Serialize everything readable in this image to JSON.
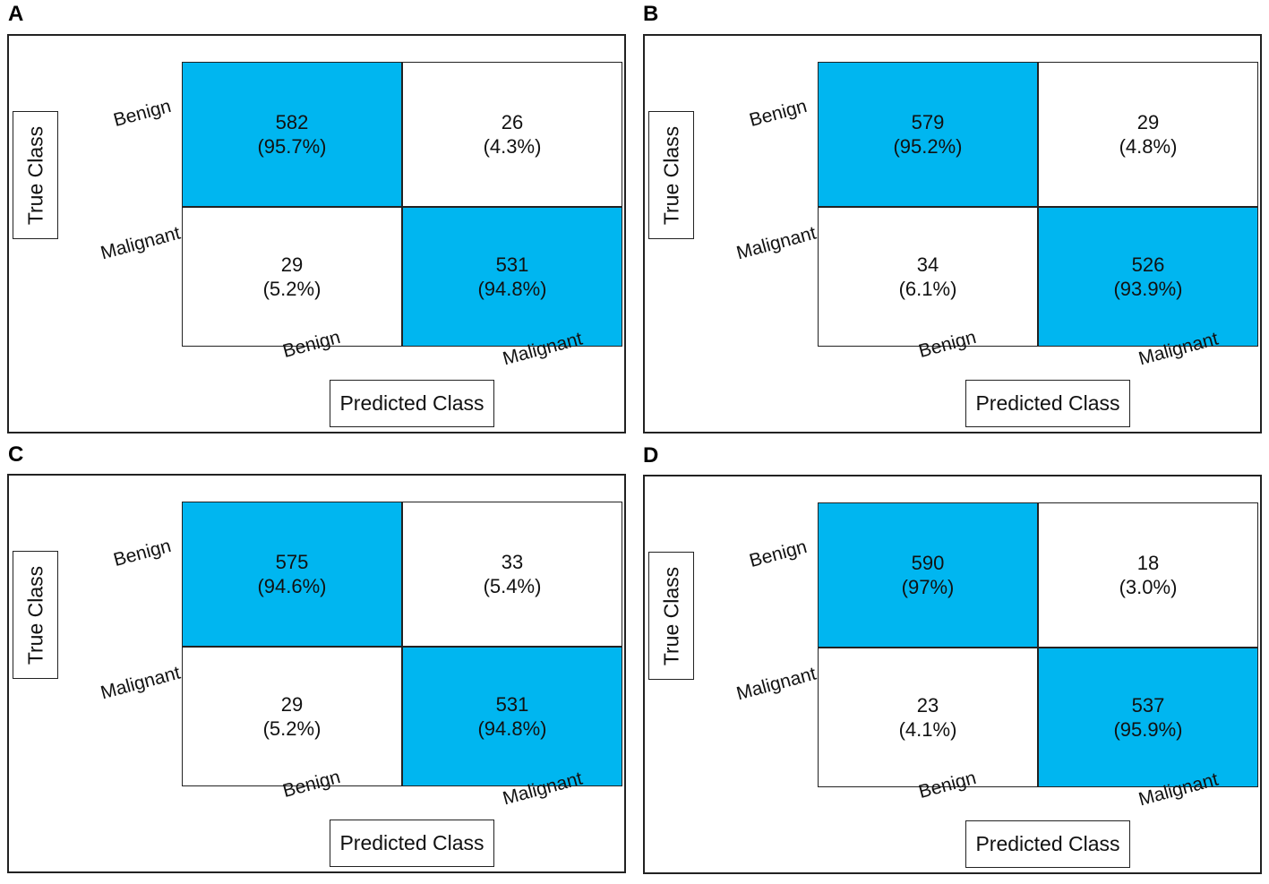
{
  "colors": {
    "correct": "#00b6f0",
    "incorrect": "#ffffff",
    "border": "#222222"
  },
  "chart_data": [
    {
      "type": "heatmap",
      "panel": "A",
      "ylabel": "True Class",
      "xlabel": "Predicted Class",
      "rows": [
        "Benign",
        "Malignant"
      ],
      "columns": [
        "Benign",
        "Malignant"
      ],
      "values": [
        [
          582,
          26
        ],
        [
          29,
          531
        ]
      ],
      "percent_labels": [
        [
          "(95.7%)",
          "(4.3%)"
        ],
        [
          "(5.2%)",
          "(94.8%)"
        ]
      ]
    },
    {
      "type": "heatmap",
      "panel": "B",
      "ylabel": "True Class",
      "xlabel": "Predicted Class",
      "rows": [
        "Benign",
        "Malignant"
      ],
      "columns": [
        "Benign",
        "Malignant"
      ],
      "values": [
        [
          579,
          29
        ],
        [
          34,
          526
        ]
      ],
      "percent_labels": [
        [
          "(95.2%)",
          "(4.8%)"
        ],
        [
          "(6.1%)",
          "(93.9%)"
        ]
      ]
    },
    {
      "type": "heatmap",
      "panel": "C",
      "ylabel": "True Class",
      "xlabel": "Predicted Class",
      "rows": [
        "Benign",
        "Malignant"
      ],
      "columns": [
        "Benign",
        "Malignant"
      ],
      "values": [
        [
          575,
          33
        ],
        [
          29,
          531
        ]
      ],
      "percent_labels": [
        [
          "(94.6%)",
          "(5.4%)"
        ],
        [
          "(5.2%)",
          "(94.8%)"
        ]
      ]
    },
    {
      "type": "heatmap",
      "panel": "D",
      "ylabel": "True Class",
      "xlabel": "Predicted Class",
      "rows": [
        "Benign",
        "Malignant"
      ],
      "columns": [
        "Benign",
        "Malignant"
      ],
      "values": [
        [
          590,
          18
        ],
        [
          23,
          537
        ]
      ],
      "percent_labels": [
        [
          "(97%)",
          "(3.0%)"
        ],
        [
          "(4.1%)",
          "(95.9%)"
        ]
      ]
    }
  ]
}
